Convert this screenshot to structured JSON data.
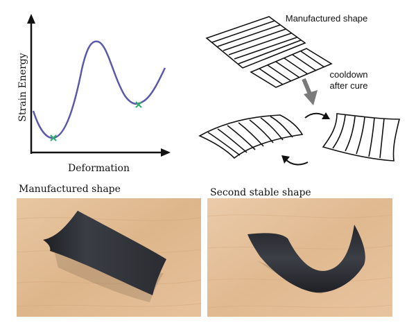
{
  "chart": {
    "ylabel": "Strain Energy",
    "xlabel": "Deformation"
  },
  "diagram": {
    "manufactured_label": "Manufactured shape",
    "cooldown_label": "cooldown after cure"
  },
  "photos": {
    "left_caption": "Manufactured shape",
    "right_caption": "Second stable shape"
  },
  "colors": {
    "curve": "#5a5aa8",
    "markers": "#2fae6f",
    "arrow": "#7a7a7a",
    "wood": "#e2bd94",
    "sheet": "#2a2c31"
  }
}
